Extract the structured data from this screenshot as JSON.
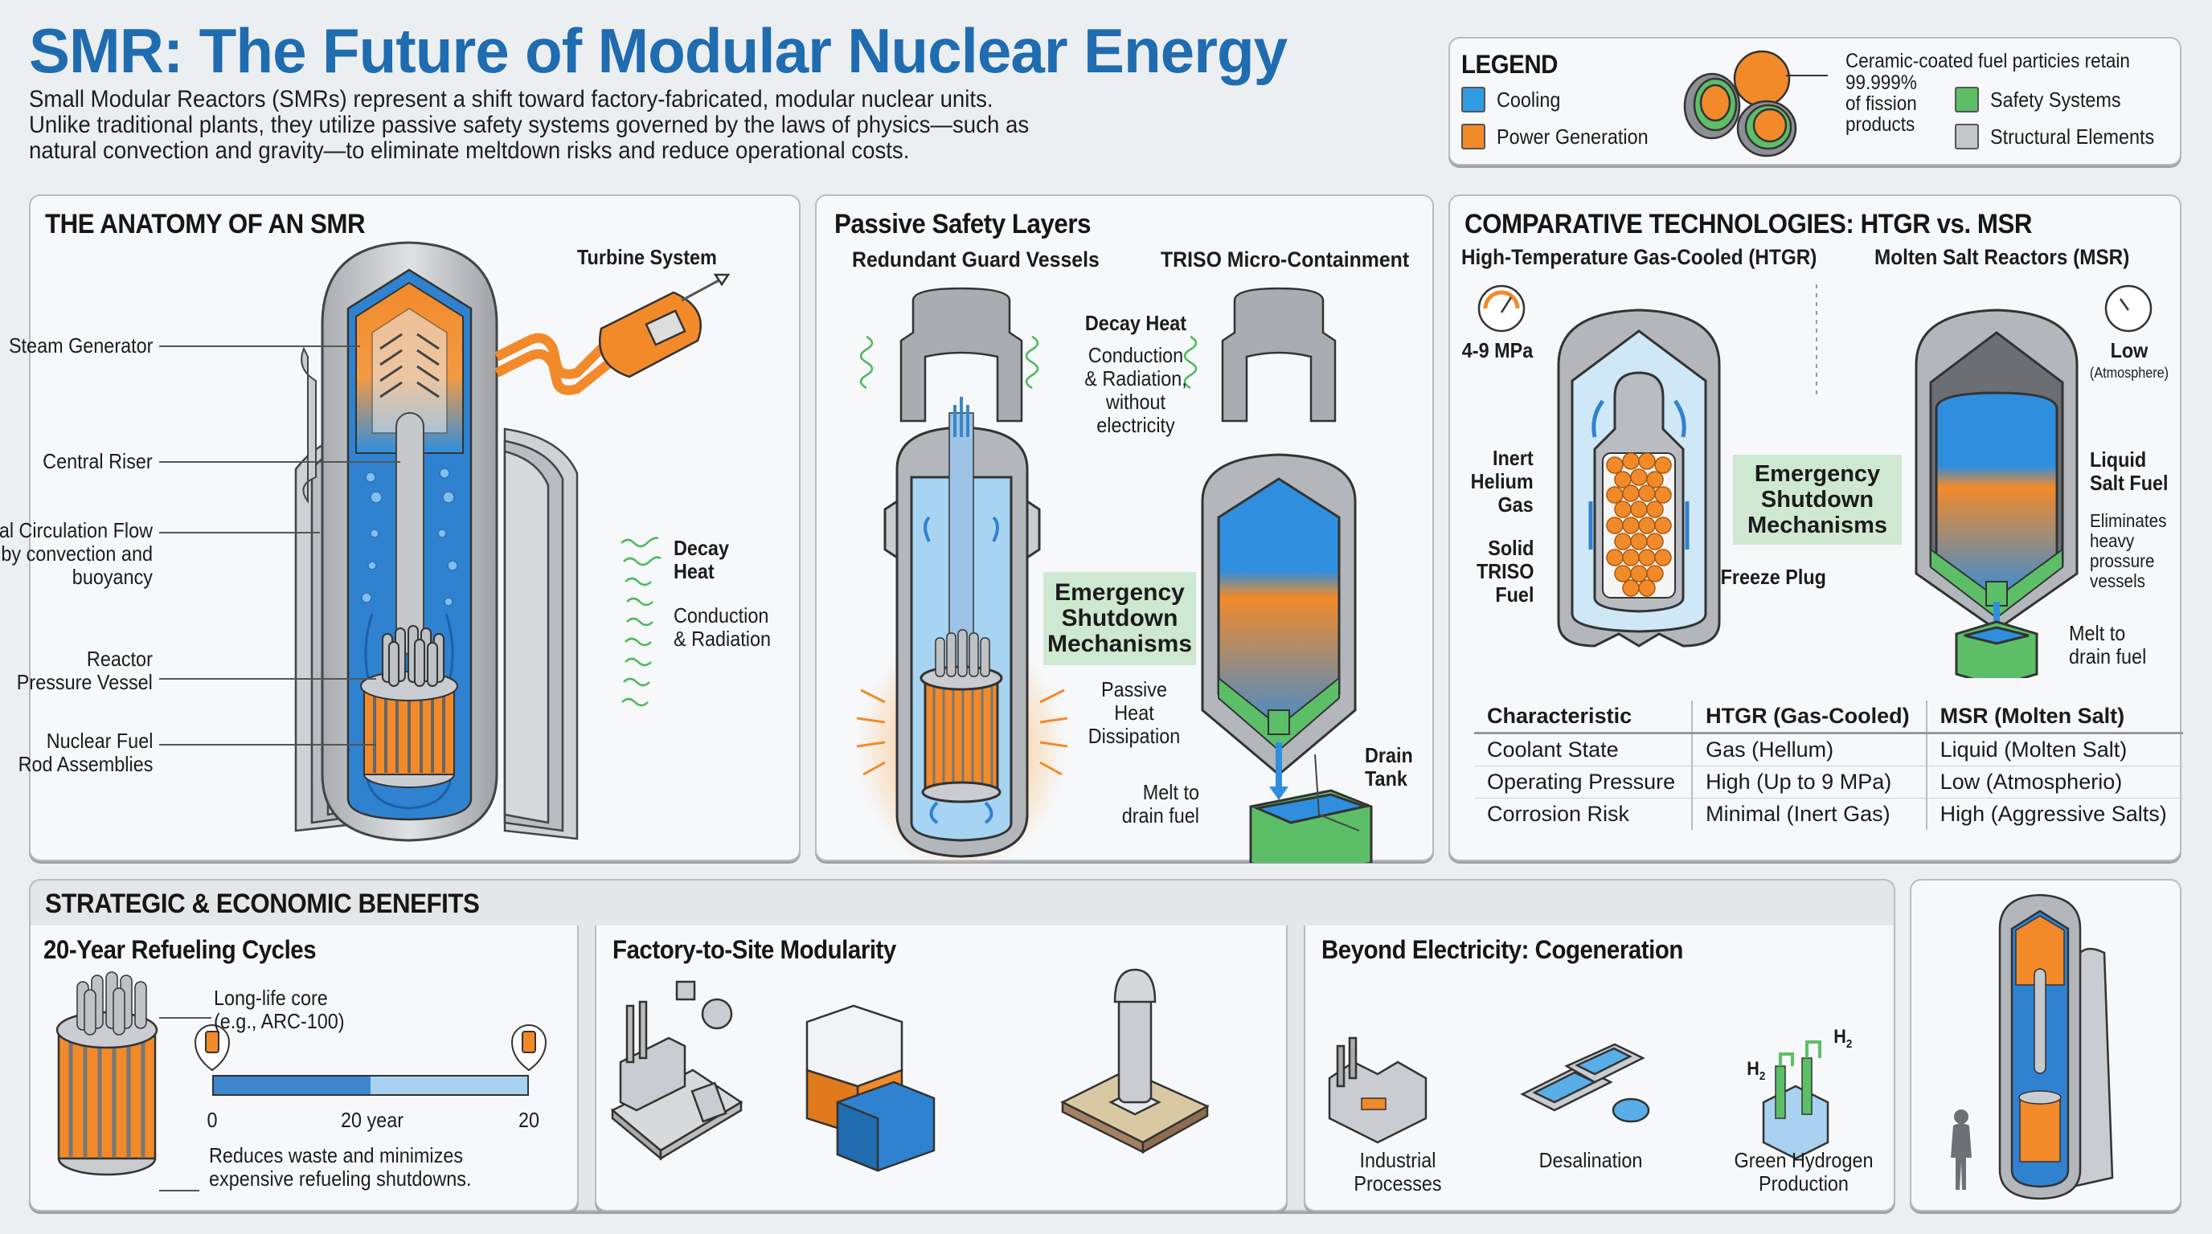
{
  "header": {
    "title": "SMR: The Future of Modular Nuclear Energy",
    "intro_lines": [
      "Small Modular Reactors (SMRs) represent a shift toward factory-fabricated, modular nuclear units.",
      "Unlike traditional plants, they utilize passive safety systems governed by the laws of physics—such as",
      "natural convection and gravity—to eliminate meltdown risks and reduce operational costs."
    ]
  },
  "legend": {
    "title": "LEGEND",
    "items": [
      {
        "label": "Cooling",
        "color": "#2f9be0"
      },
      {
        "label": "Power Generation",
        "color": "#f28a2a"
      },
      {
        "label": "Safety Systems",
        "color": "#5cbf68"
      },
      {
        "label": "Structural Elements",
        "color": "#c4c7ca"
      }
    ],
    "triso_note_lines": [
      "Ceramic-coated fuel particies retain",
      "99.999%",
      "of fission",
      "products"
    ]
  },
  "anatomy": {
    "title": "THE ANATOMY OF AN SMR",
    "labels": {
      "turbine": "Turbine System",
      "steam_generator": "Steam Generator",
      "central_riser": "Central Riser",
      "natural_circulation": [
        "Natural Circulation Flow",
        "by convection and",
        "buoyancy"
      ],
      "pressure_vessel": [
        "Reactor",
        "Pressure Vessel"
      ],
      "fuel_rods": [
        "Nuclear Fuel",
        "Rod Assemblies"
      ],
      "decay_heat": [
        "Decay",
        "Heat"
      ],
      "conduction": [
        "Conduction",
        "& Radiation"
      ]
    }
  },
  "passive": {
    "title": "Passive Safety Layers",
    "col_left": "Redundant Guard Vessels",
    "col_right": "TRISO Micro-Containment",
    "decay_heat": "Decay Heat",
    "conduction": [
      "Conduction",
      "& Radiation,",
      "without",
      "electricity"
    ],
    "emergency": [
      "Emergency",
      "Shutdown",
      "Mechanisms"
    ],
    "passive_heat": [
      "Passive",
      "Heat",
      "Dissipation"
    ],
    "melt": [
      "Melt to",
      "drain fuel"
    ],
    "drain_tank": [
      "Drain",
      "Tank"
    ]
  },
  "comparative": {
    "title": "COMPARATIVE TECHNOLOGIES: HTGR vs. MSR",
    "htgr_title": "High-Temperature Gas-Cooled (HTGR)",
    "msr_title": "Molten Salt Reactors (MSR)",
    "htgr_pressure": "4-9 MPa",
    "msr_pressure": "Low",
    "msr_pressure_note": "(Atmosphere)",
    "inert_helium": [
      "Inert",
      "Helium",
      "Gas"
    ],
    "solid_triso": [
      "Solid",
      "TRISO",
      "Fuel"
    ],
    "emergency": [
      "Emergency",
      "Shutdown",
      "Mechanisms"
    ],
    "freeze_plug": "Freeze Plug",
    "liquid_salt": [
      "Liquid",
      "Salt Fuel"
    ],
    "eliminates": [
      "Eliminates",
      "heavy",
      "prossure",
      "vessels"
    ],
    "melt": [
      "Melt to",
      "drain fuel"
    ],
    "table": {
      "headers": [
        "Characteristic",
        "HTGR (Gas-Cooled)",
        "MSR (Molten Salt)"
      ],
      "rows": [
        [
          "Coolant State",
          "Gas (Hellum)",
          "Liquid (Molten Salt)"
        ],
        [
          "Operating Pressure",
          "High (Up to 9 MPa)",
          "Low (Atmospherio)"
        ],
        [
          "Corrosion Risk",
          "Minimal (Inert Gas)",
          "High (Aggressive Salts)"
        ]
      ]
    }
  },
  "benefits": {
    "title": "STRATEGIC & ECONOMIC BENEFITS",
    "refuel": {
      "title": "20-Year Refueling Cycles",
      "core_label": [
        "Long-life core",
        "(e.g., ARC-100)"
      ],
      "timeline_labels": [
        "0",
        "20 year",
        "20"
      ],
      "note": [
        "Reduces waste and minimizes",
        "expensive refueling shutdowns."
      ]
    },
    "modularity": {
      "title": "Factory-to-Site Modularity"
    },
    "cogeneration": {
      "title": "Beyond Electricity: Cogeneration",
      "items": [
        [
          "Industrial",
          "Processes"
        ],
        [
          "Desalination"
        ],
        [
          "Green Hydrogen",
          "Production"
        ]
      ],
      "h2_label": "H",
      "h2_sub": "2"
    }
  },
  "colors": {
    "title_blue": "#1f6cb0",
    "cooling": "#2f9be0",
    "power": "#f28a2a",
    "safety": "#5cbf68",
    "structural": "#c4c7ca"
  }
}
